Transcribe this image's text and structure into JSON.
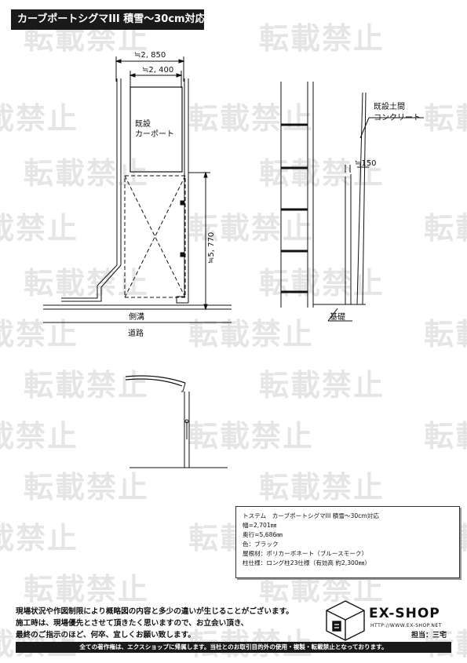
{
  "header": {
    "title": "カーブポートシグマIII 積雪～30cm対応"
  },
  "watermark": {
    "text": "転載禁止"
  },
  "plan": {
    "dim_outer_width": "≒2, 850",
    "dim_inner_width": "≒2, 400",
    "existing_carport_label_line1": "既設",
    "existing_carport_label_line2": "カーポート",
    "dim_length": "≒5, 770",
    "gutter_label": "側溝",
    "road_label": "道路"
  },
  "section": {
    "existing_gap_label_line1": "既設土間",
    "existing_gap_label_line2": "コンクリート",
    "dim_offset": "≒150",
    "foundation_label": "基礎"
  },
  "spec": {
    "lines": [
      "トステム　カーブポートシグマIII 積雪～30cm対応",
      "幅=2,701㎜",
      "奥行=5,686㎜",
      "色：ブラック",
      "屋根材：ポリカーボネート（ブルースモーク）",
      "柱仕様：ロング柱23仕様（有効高 約2,300㎜）"
    ]
  },
  "notes": {
    "lines": [
      "現場状況や作図制限により概略図の内容と多少の違いが生じることがございます。",
      "施工時は、現場優先とさせて頂きたく思いますので、お立会い頂き、",
      "最終のご指示のほど、何卒、宜しくお願い致します。"
    ]
  },
  "branding": {
    "logo_text": "EX-SHOP",
    "url": "HTTP://WWW.EX-SHOP.NET",
    "person": "担当：三宅"
  },
  "footer": {
    "text": "全ての著作権は、エクスショップに帰属します。当社とのお取引目的外の使用・複製・転載禁止となっております。"
  }
}
